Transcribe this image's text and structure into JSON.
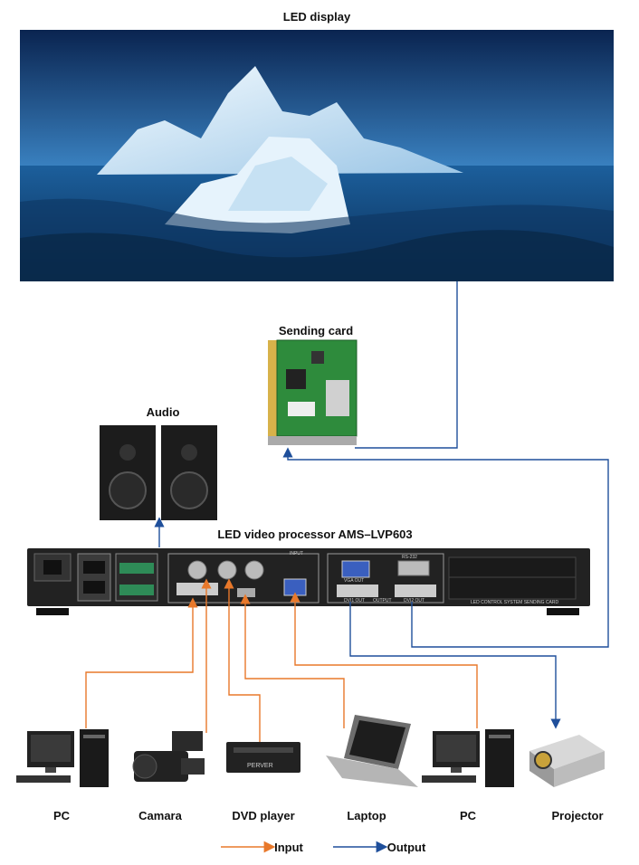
{
  "title": "LED display",
  "labels": {
    "sending_card": "Sending card",
    "audio": "Audio",
    "processor": "LED video processor AMS–LVP603"
  },
  "panel_text": {
    "input": "INPUT",
    "rs232": "RS-232",
    "vga_out": "VGA OUT",
    "dvi_out": "DVI1 OUT",
    "dvi_out2": "DVI2 OUT",
    "output": "OUTPUT",
    "brand": "LED CONTROL SYSTEM SENDING CARD",
    "dvr": "PERVER"
  },
  "devices": [
    "PC",
    "Camara",
    "DVD player",
    "Laptop",
    "PC",
    "Projector"
  ],
  "legend": {
    "input": "Input",
    "output": "Output",
    "input_color": "#e8782a",
    "output_color": "#1f4f9b"
  }
}
